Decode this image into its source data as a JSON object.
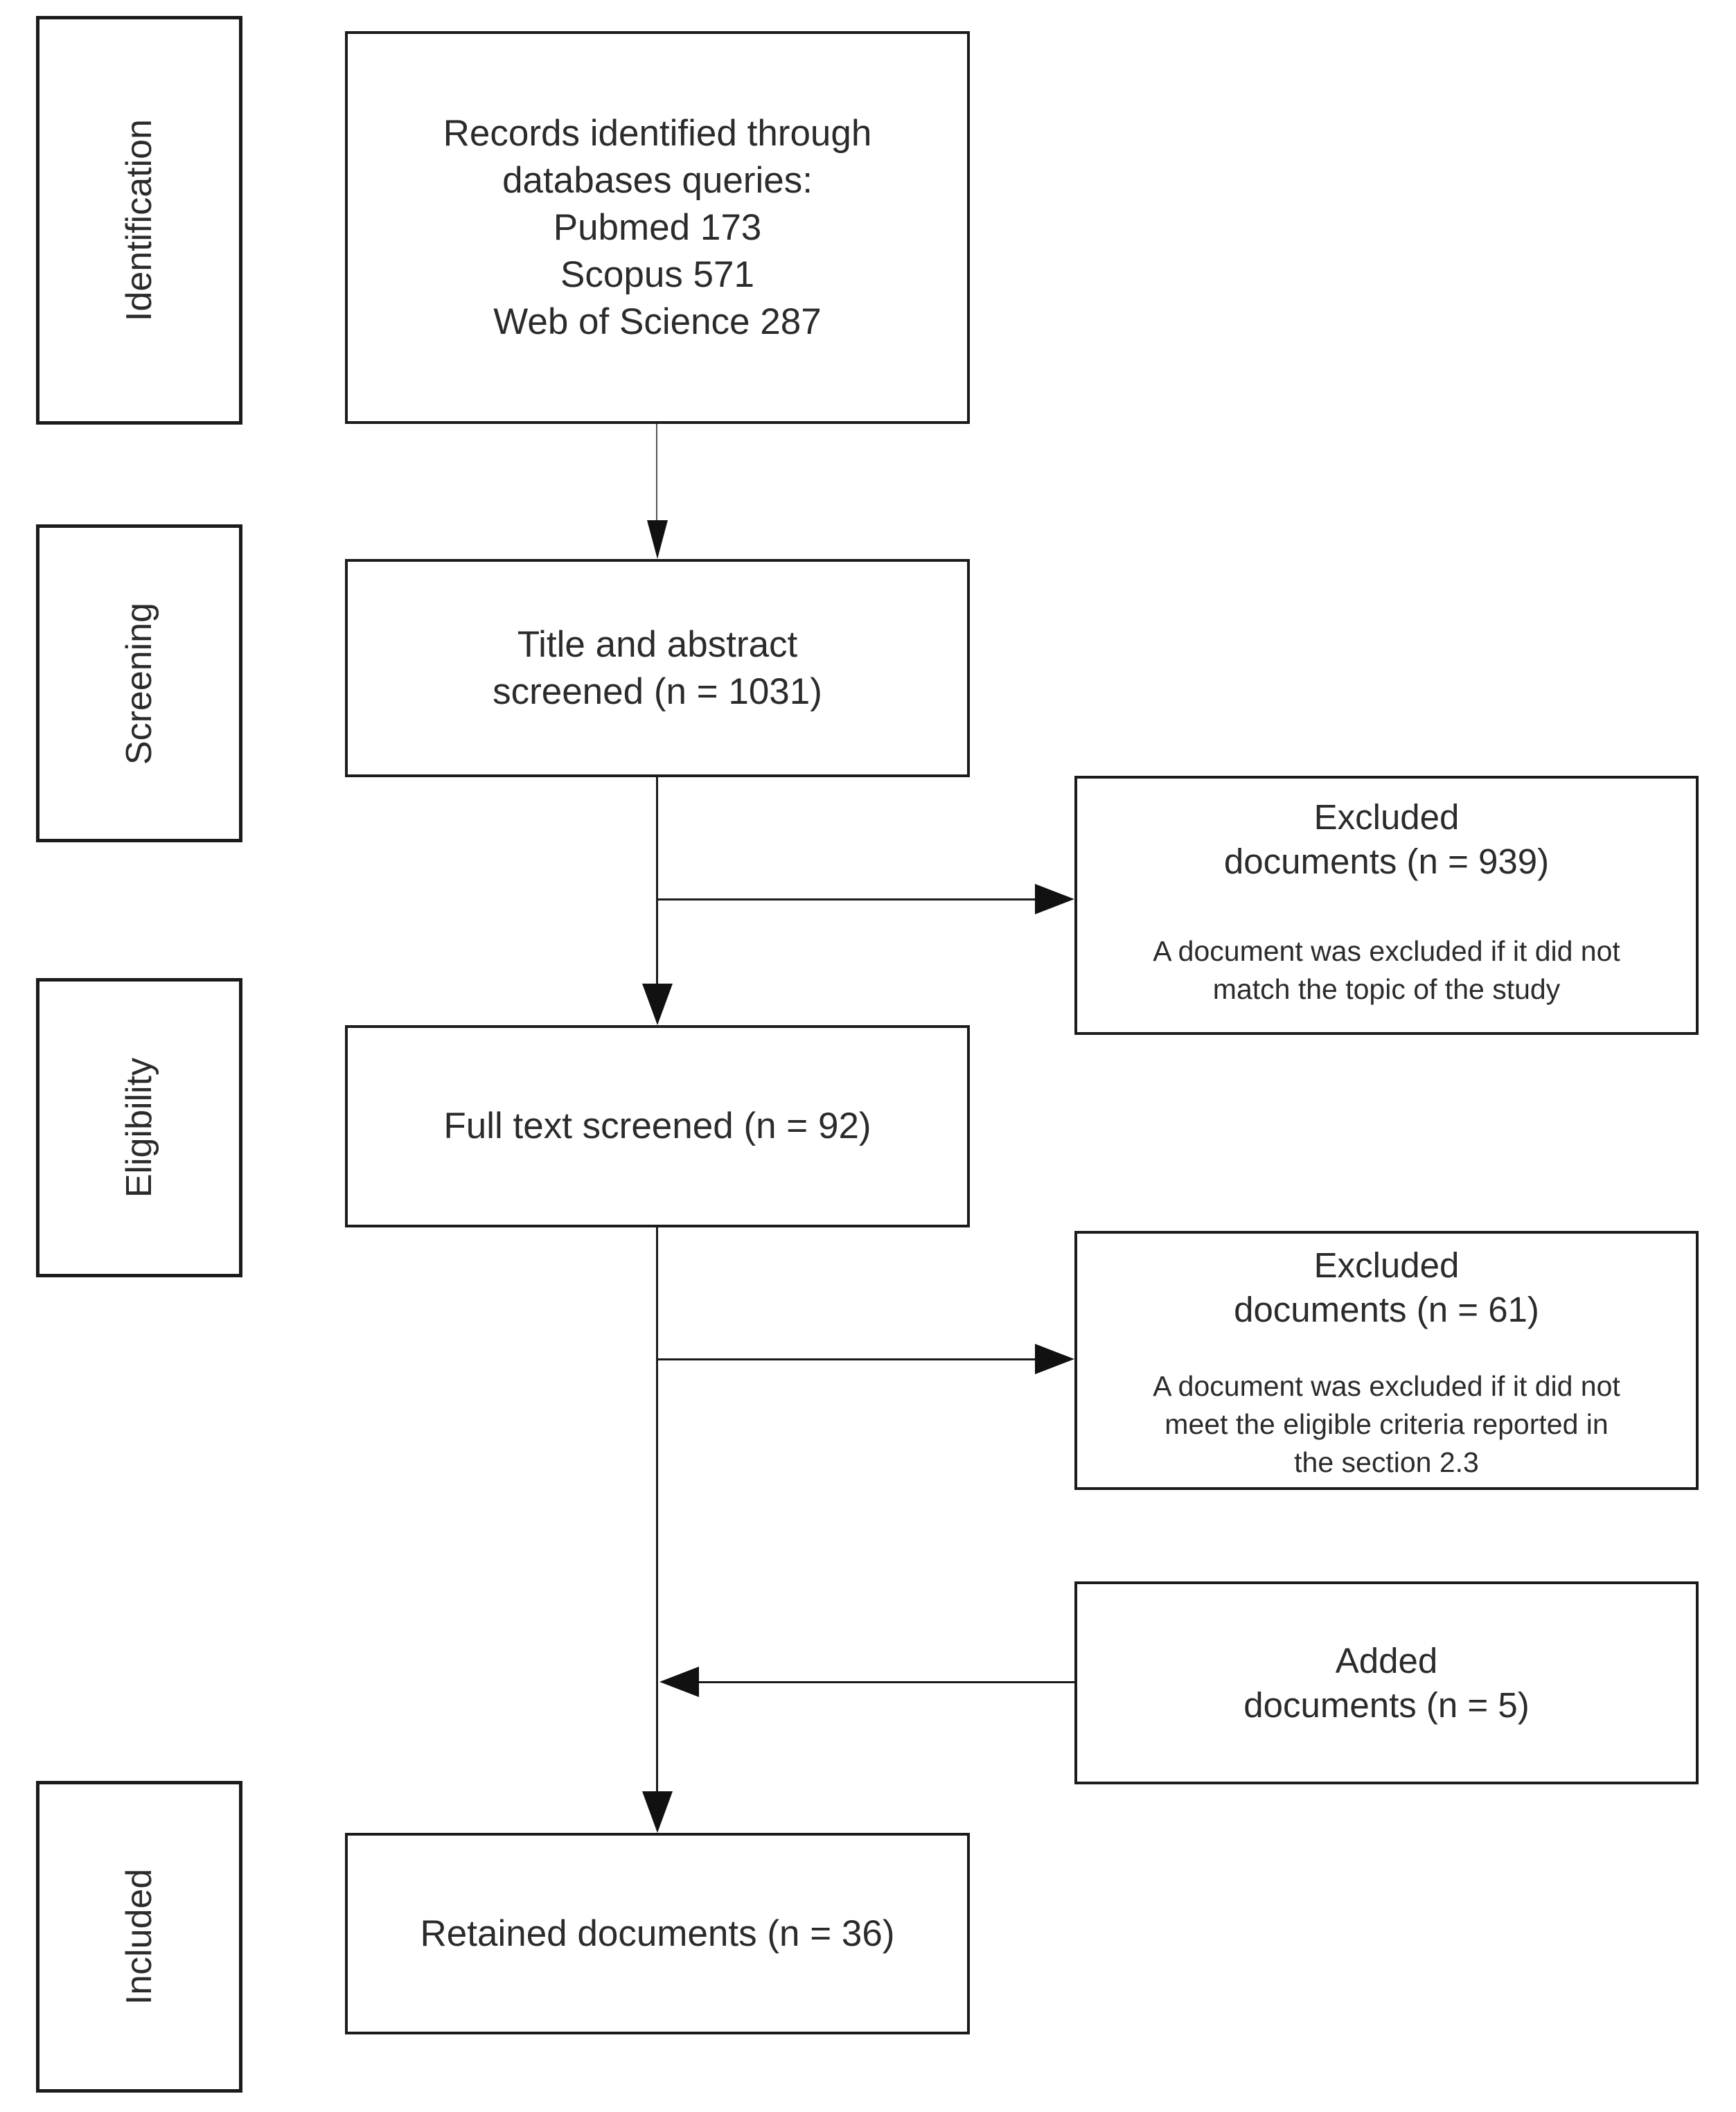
{
  "stages": [
    {
      "label": "Identification"
    },
    {
      "label": "Screening"
    },
    {
      "label": "Eligibility"
    },
    {
      "label": "Included"
    }
  ],
  "boxes": {
    "records": {
      "lines": [
        "Records identified through",
        "databases queries:",
        "Pubmed 173",
        "Scopus 571",
        "Web of Science 287"
      ]
    },
    "title_abstract": {
      "lines": [
        "Title and abstract",
        "screened (n = 1031)"
      ]
    },
    "excluded_1": {
      "title_lines": [
        "Excluded",
        "documents (n = 939)"
      ],
      "note_lines": [
        "A document was excluded if it did not",
        "match the topic of the study"
      ]
    },
    "full_text": {
      "lines": [
        "Full text screened (n = 92)"
      ]
    },
    "excluded_2": {
      "title_lines": [
        "Excluded",
        "documents (n = 61)"
      ],
      "note_lines": [
        "A document was excluded if it did not",
        "meet the eligible criteria reported in",
        "the section 2.3"
      ]
    },
    "added": {
      "lines": [
        "Added",
        "documents (n = 5)"
      ]
    },
    "retained": {
      "lines": [
        "Retained documents (n = 36)"
      ]
    }
  },
  "colors": {
    "line": "#1b1b1b",
    "background": "#ffffff",
    "text": "#2b2b2b"
  }
}
